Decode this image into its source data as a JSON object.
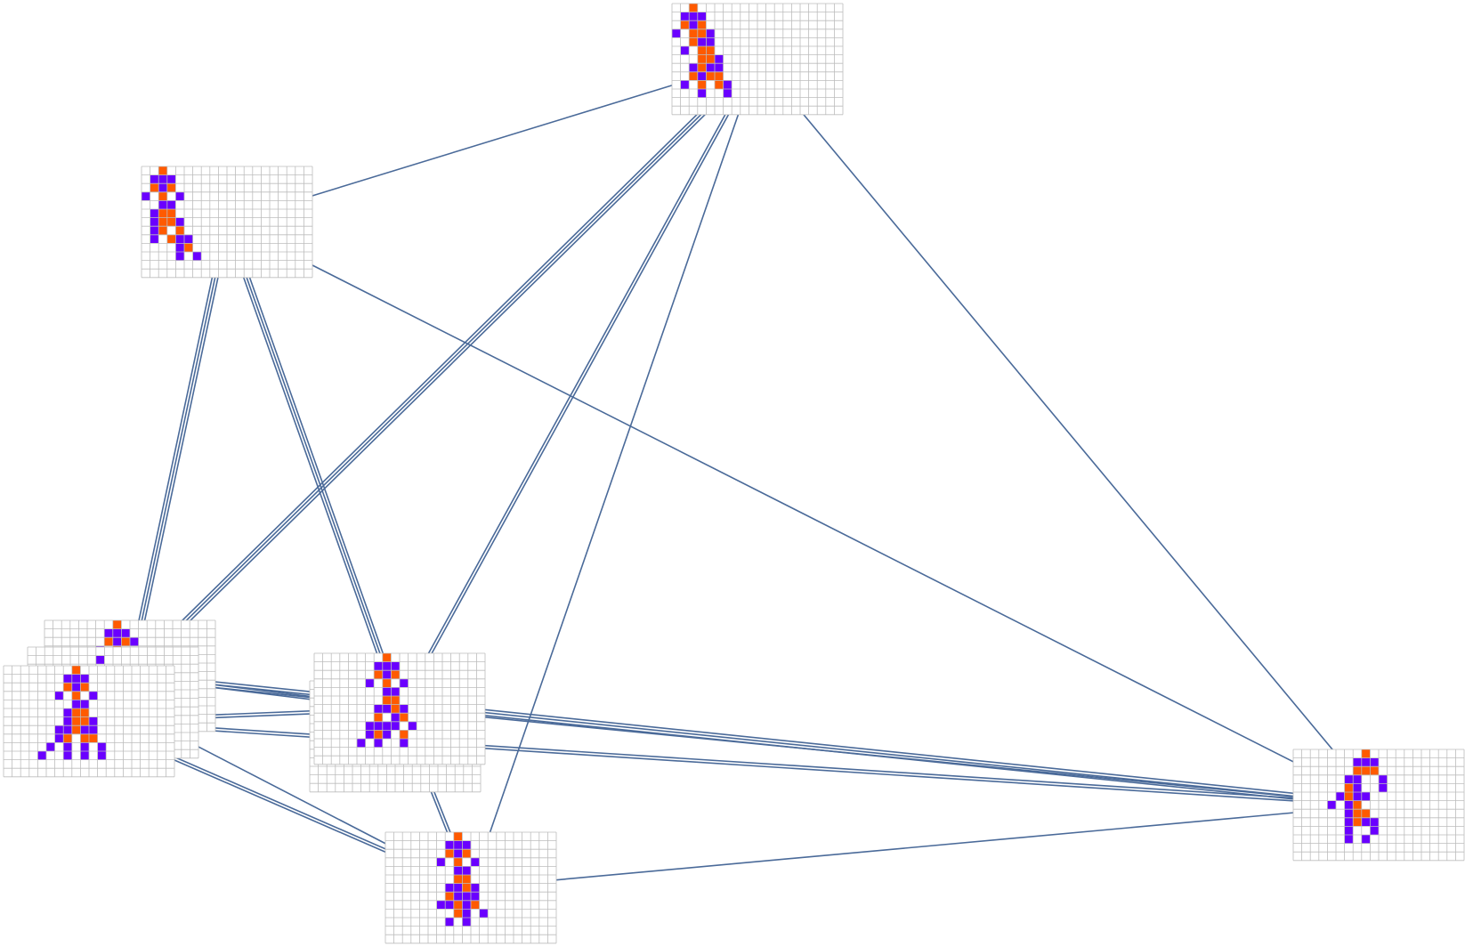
{
  "colors": {
    "edge": "#4a6a99",
    "grid_line": "#bdbdbd",
    "background": "#ffffff",
    "purple": "#6a00ff",
    "orange": "#ff5a00"
  },
  "grid": {
    "cols": 20,
    "rows": 13
  },
  "nodes": [
    {
      "id": "n-top",
      "cells": [
        [
          2,
          0,
          "o"
        ],
        [
          1,
          1,
          "p"
        ],
        [
          2,
          1,
          "p"
        ],
        [
          3,
          1,
          "p"
        ],
        [
          1,
          2,
          "o"
        ],
        [
          2,
          2,
          "p"
        ],
        [
          3,
          2,
          "o"
        ],
        [
          0,
          3,
          "p"
        ],
        [
          2,
          3,
          "o"
        ],
        [
          3,
          3,
          "o"
        ],
        [
          4,
          3,
          "p"
        ],
        [
          2,
          4,
          "o"
        ],
        [
          3,
          4,
          "p"
        ],
        [
          4,
          4,
          "p"
        ],
        [
          1,
          5,
          "p"
        ],
        [
          3,
          5,
          "o"
        ],
        [
          4,
          5,
          "o"
        ],
        [
          3,
          6,
          "o"
        ],
        [
          4,
          6,
          "o"
        ],
        [
          5,
          6,
          "p"
        ],
        [
          2,
          7,
          "p"
        ],
        [
          3,
          7,
          "o"
        ],
        [
          4,
          7,
          "p"
        ],
        [
          5,
          7,
          "p"
        ],
        [
          2,
          8,
          "o"
        ],
        [
          3,
          8,
          "p"
        ],
        [
          4,
          8,
          "o"
        ],
        [
          5,
          8,
          "o"
        ],
        [
          1,
          9,
          "p"
        ],
        [
          3,
          9,
          "o"
        ],
        [
          5,
          9,
          "o"
        ],
        [
          6,
          9,
          "p"
        ],
        [
          3,
          10,
          "p"
        ],
        [
          6,
          10,
          "p"
        ]
      ]
    },
    {
      "id": "n-upper-left",
      "cells": [
        [
          2,
          0,
          "o"
        ],
        [
          1,
          1,
          "p"
        ],
        [
          2,
          1,
          "p"
        ],
        [
          3,
          1,
          "p"
        ],
        [
          1,
          2,
          "o"
        ],
        [
          2,
          2,
          "p"
        ],
        [
          3,
          2,
          "o"
        ],
        [
          0,
          3,
          "p"
        ],
        [
          2,
          3,
          "o"
        ],
        [
          4,
          3,
          "p"
        ],
        [
          2,
          4,
          "p"
        ],
        [
          3,
          4,
          "p"
        ],
        [
          1,
          5,
          "p"
        ],
        [
          2,
          5,
          "o"
        ],
        [
          3,
          5,
          "o"
        ],
        [
          1,
          6,
          "p"
        ],
        [
          2,
          6,
          "o"
        ],
        [
          3,
          6,
          "o"
        ],
        [
          4,
          6,
          "p"
        ],
        [
          1,
          7,
          "p"
        ],
        [
          2,
          7,
          "o"
        ],
        [
          4,
          7,
          "o"
        ],
        [
          1,
          8,
          "p"
        ],
        [
          3,
          8,
          "o"
        ],
        [
          4,
          8,
          "p"
        ],
        [
          5,
          8,
          "p"
        ],
        [
          4,
          9,
          "p"
        ],
        [
          5,
          9,
          "o"
        ],
        [
          4,
          10,
          "p"
        ],
        [
          6,
          10,
          "p"
        ]
      ]
    },
    {
      "id": "n-left-back",
      "cells": [
        [
          8,
          0,
          "o"
        ],
        [
          7,
          1,
          "p"
        ],
        [
          8,
          1,
          "p"
        ],
        [
          9,
          1,
          "p"
        ],
        [
          7,
          2,
          "o"
        ],
        [
          8,
          2,
          "p"
        ],
        [
          9,
          2,
          "o"
        ],
        [
          10,
          2,
          "p"
        ],
        [
          6,
          3,
          "p"
        ],
        [
          8,
          3,
          "o"
        ],
        [
          5,
          4,
          "p"
        ],
        [
          6,
          4,
          "p"
        ],
        [
          7,
          4,
          "p"
        ],
        [
          6,
          5,
          "p"
        ],
        [
          7,
          5,
          "o"
        ]
      ]
    },
    {
      "id": "n-left-mid",
      "cells": [
        [
          8,
          1,
          "p"
        ]
      ]
    },
    {
      "id": "n-left-front",
      "cells": [
        [
          8,
          0,
          "o"
        ],
        [
          7,
          1,
          "p"
        ],
        [
          8,
          1,
          "p"
        ],
        [
          9,
          1,
          "p"
        ],
        [
          7,
          2,
          "o"
        ],
        [
          8,
          2,
          "p"
        ],
        [
          9,
          2,
          "o"
        ],
        [
          6,
          3,
          "p"
        ],
        [
          8,
          3,
          "o"
        ],
        [
          10,
          3,
          "p"
        ],
        [
          8,
          4,
          "p"
        ],
        [
          9,
          4,
          "p"
        ],
        [
          7,
          5,
          "p"
        ],
        [
          8,
          5,
          "o"
        ],
        [
          9,
          5,
          "o"
        ],
        [
          7,
          6,
          "p"
        ],
        [
          8,
          6,
          "o"
        ],
        [
          9,
          6,
          "o"
        ],
        [
          10,
          6,
          "p"
        ],
        [
          6,
          7,
          "p"
        ],
        [
          7,
          7,
          "p"
        ],
        [
          8,
          7,
          "o"
        ],
        [
          9,
          7,
          "p"
        ],
        [
          10,
          7,
          "p"
        ],
        [
          6,
          8,
          "p"
        ],
        [
          7,
          8,
          "o"
        ],
        [
          9,
          8,
          "o"
        ],
        [
          10,
          8,
          "o"
        ],
        [
          5,
          9,
          "p"
        ],
        [
          7,
          9,
          "p"
        ],
        [
          9,
          9,
          "p"
        ],
        [
          11,
          9,
          "p"
        ],
        [
          4,
          10,
          "p"
        ],
        [
          7,
          10,
          "p"
        ],
        [
          9,
          10,
          "p"
        ],
        [
          11,
          10,
          "p"
        ]
      ]
    },
    {
      "id": "n-center-back",
      "cells": [
        [
          6,
          1,
          "o"
        ],
        [
          7,
          1,
          "o"
        ],
        [
          8,
          1,
          "o"
        ],
        [
          5,
          2,
          "p"
        ],
        [
          10,
          2,
          "p"
        ]
      ]
    },
    {
      "id": "n-center-front",
      "cells": [
        [
          8,
          0,
          "o"
        ],
        [
          7,
          1,
          "p"
        ],
        [
          8,
          1,
          "p"
        ],
        [
          9,
          1,
          "p"
        ],
        [
          7,
          2,
          "o"
        ],
        [
          8,
          2,
          "p"
        ],
        [
          9,
          2,
          "o"
        ],
        [
          6,
          3,
          "p"
        ],
        [
          8,
          3,
          "o"
        ],
        [
          10,
          3,
          "p"
        ],
        [
          8,
          4,
          "p"
        ],
        [
          9,
          4,
          "p"
        ],
        [
          8,
          5,
          "o"
        ],
        [
          9,
          5,
          "o"
        ],
        [
          7,
          6,
          "p"
        ],
        [
          8,
          6,
          "p"
        ],
        [
          9,
          6,
          "o"
        ],
        [
          10,
          6,
          "p"
        ],
        [
          7,
          7,
          "o"
        ],
        [
          9,
          7,
          "p"
        ],
        [
          10,
          7,
          "o"
        ],
        [
          6,
          8,
          "p"
        ],
        [
          7,
          8,
          "p"
        ],
        [
          8,
          8,
          "p"
        ],
        [
          9,
          8,
          "p"
        ],
        [
          11,
          8,
          "p"
        ],
        [
          6,
          9,
          "p"
        ],
        [
          7,
          9,
          "o"
        ],
        [
          8,
          9,
          "p"
        ],
        [
          10,
          9,
          "o"
        ],
        [
          5,
          10,
          "p"
        ],
        [
          7,
          10,
          "p"
        ],
        [
          10,
          10,
          "p"
        ]
      ]
    },
    {
      "id": "n-bottom",
      "cells": [
        [
          8,
          0,
          "o"
        ],
        [
          7,
          1,
          "p"
        ],
        [
          8,
          1,
          "p"
        ],
        [
          9,
          1,
          "p"
        ],
        [
          7,
          2,
          "o"
        ],
        [
          8,
          2,
          "p"
        ],
        [
          9,
          2,
          "o"
        ],
        [
          6,
          3,
          "p"
        ],
        [
          8,
          3,
          "o"
        ],
        [
          10,
          3,
          "p"
        ],
        [
          8,
          4,
          "p"
        ],
        [
          9,
          4,
          "p"
        ],
        [
          8,
          5,
          "o"
        ],
        [
          9,
          5,
          "o"
        ],
        [
          7,
          6,
          "p"
        ],
        [
          8,
          6,
          "p"
        ],
        [
          9,
          6,
          "o"
        ],
        [
          10,
          6,
          "p"
        ],
        [
          7,
          7,
          "o"
        ],
        [
          8,
          7,
          "p"
        ],
        [
          9,
          7,
          "p"
        ],
        [
          10,
          7,
          "p"
        ],
        [
          6,
          8,
          "p"
        ],
        [
          7,
          8,
          "p"
        ],
        [
          8,
          8,
          "o"
        ],
        [
          9,
          8,
          "p"
        ],
        [
          10,
          8,
          "o"
        ],
        [
          8,
          9,
          "o"
        ],
        [
          9,
          9,
          "p"
        ],
        [
          11,
          9,
          "p"
        ],
        [
          7,
          10,
          "p"
        ],
        [
          9,
          10,
          "p"
        ]
      ]
    },
    {
      "id": "n-right",
      "cells": [
        [
          8,
          0,
          "o"
        ],
        [
          7,
          1,
          "p"
        ],
        [
          8,
          1,
          "p"
        ],
        [
          9,
          1,
          "p"
        ],
        [
          7,
          2,
          "o"
        ],
        [
          8,
          2,
          "o"
        ],
        [
          9,
          2,
          "o"
        ],
        [
          6,
          3,
          "p"
        ],
        [
          7,
          3,
          "p"
        ],
        [
          10,
          3,
          "p"
        ],
        [
          6,
          4,
          "o"
        ],
        [
          7,
          4,
          "p"
        ],
        [
          10,
          4,
          "p"
        ],
        [
          5,
          5,
          "p"
        ],
        [
          6,
          5,
          "o"
        ],
        [
          7,
          5,
          "p"
        ],
        [
          8,
          5,
          "p"
        ],
        [
          4,
          6,
          "p"
        ],
        [
          6,
          6,
          "p"
        ],
        [
          7,
          6,
          "o"
        ],
        [
          6,
          7,
          "p"
        ],
        [
          7,
          7,
          "o"
        ],
        [
          8,
          7,
          "o"
        ],
        [
          6,
          8,
          "p"
        ],
        [
          7,
          8,
          "o"
        ],
        [
          8,
          8,
          "p"
        ],
        [
          9,
          8,
          "p"
        ],
        [
          6,
          9,
          "p"
        ],
        [
          9,
          9,
          "p"
        ],
        [
          6,
          10,
          "p"
        ],
        [
          8,
          10,
          "p"
        ]
      ]
    }
  ],
  "edges": [
    [
      "n-top",
      "n-upper-left",
      1
    ],
    [
      "n-top",
      "n-left-back",
      3
    ],
    [
      "n-top",
      "n-center-front",
      2
    ],
    [
      "n-top",
      "n-bottom",
      1
    ],
    [
      "n-top",
      "n-right",
      1
    ],
    [
      "n-upper-left",
      "n-left-back",
      3
    ],
    [
      "n-upper-left",
      "n-center-front",
      3
    ],
    [
      "n-upper-left",
      "n-right",
      1
    ],
    [
      "n-left-back",
      "n-center-front",
      2
    ],
    [
      "n-left-back",
      "n-right",
      3
    ],
    [
      "n-left-front",
      "n-center-front",
      2
    ],
    [
      "n-left-front",
      "n-right",
      2
    ],
    [
      "n-left-front",
      "n-bottom",
      2
    ],
    [
      "n-left-mid",
      "n-bottom",
      1
    ],
    [
      "n-center-front",
      "n-bottom",
      2
    ],
    [
      "n-center-front",
      "n-right",
      1
    ],
    [
      "n-bottom",
      "n-right",
      1
    ]
  ]
}
